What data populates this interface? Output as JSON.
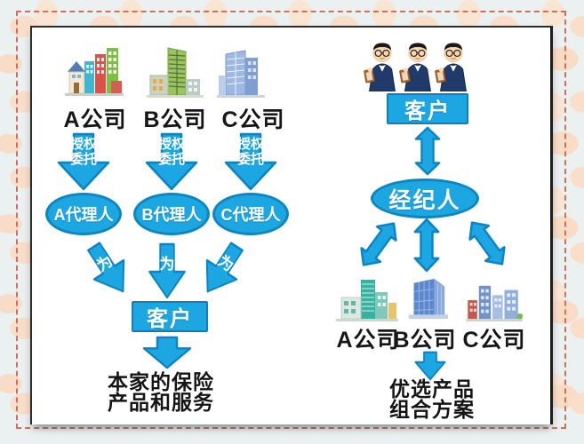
{
  "colors": {
    "accent_blue": "#1ca7e3",
    "accent_blue_dark": "#0d7fbd",
    "text": "#161616",
    "frame_dash": "#d4705a",
    "panel_bg": "#ffffff"
  },
  "left_flow": {
    "companies": [
      "A公司",
      "B公司",
      "C公司"
    ],
    "delegate": {
      "line1": "授权",
      "line2": "委托"
    },
    "agents": [
      "A代理人",
      "B代理人",
      "C代理人"
    ],
    "serve": "为",
    "customer": "客户",
    "outcome": {
      "line1": "本家的保险",
      "line2": "产品和服务"
    }
  },
  "right_flow": {
    "customer": "客户",
    "broker": "经纪人",
    "companies": [
      "A公司",
      "B公司",
      "C公司"
    ],
    "outcome": {
      "line1": "优选产品",
      "line2": "组合方案"
    }
  },
  "icons": {
    "left_companies": [
      "town-buildings-icon",
      "office-tower-icon",
      "blue-building-icon"
    ],
    "right_companies": [
      "city-tower-icon",
      "glass-building-icon",
      "street-buildings-icon"
    ],
    "customers": "businessman-icon",
    "arrow_shapes": [
      "down-arrow-icon",
      "double-arrow-icon"
    ]
  }
}
